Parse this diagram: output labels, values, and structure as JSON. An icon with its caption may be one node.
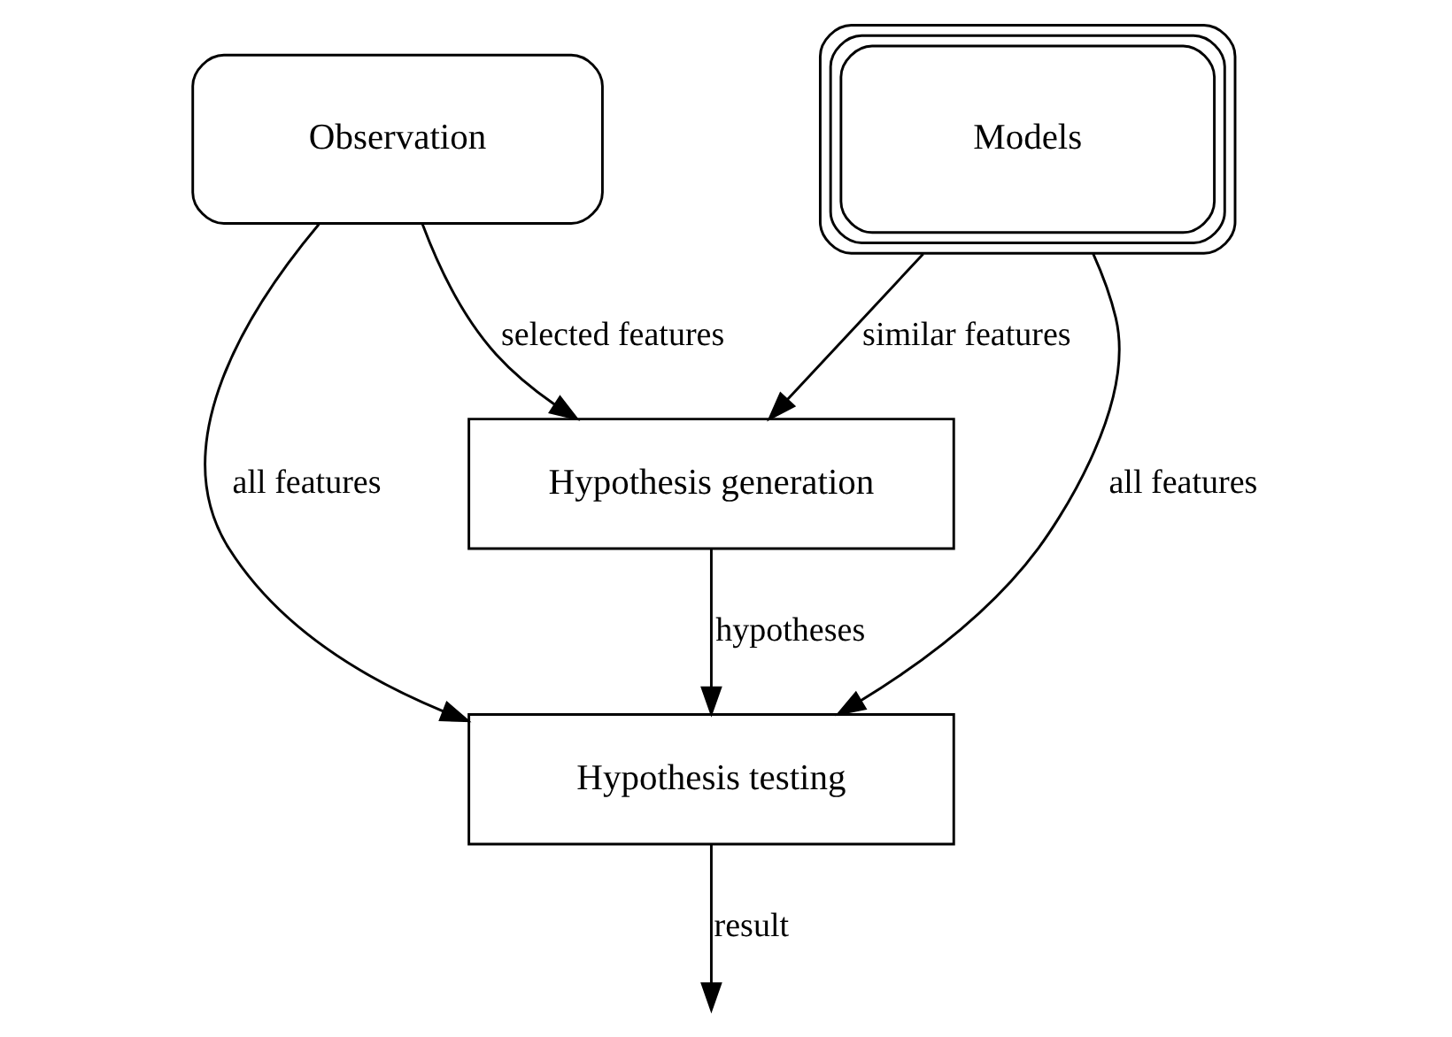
{
  "diagram": {
    "nodes": [
      {
        "text": [
          "Observation"
        ]
      },
      {
        "text": [
          "Models"
        ]
      },
      {
        "text": [
          "Hypothesis generation"
        ]
      },
      {
        "text": [
          "Hypothesis testing"
        ]
      }
    ],
    "edges": [
      {
        "from": 0,
        "to": 2,
        "arrow": "to",
        "label": "selected features"
      },
      {
        "from": 1,
        "to": 2,
        "arrow": "to",
        "label": "similar features"
      },
      {
        "from": 0,
        "to": 3,
        "arrow": "to",
        "label": "all features"
      },
      {
        "from": 2,
        "to": 3,
        "arrow": "to",
        "label": "hypotheses"
      },
      {
        "from": 1,
        "to": 3,
        "arrow": "to",
        "label": "all features"
      },
      {
        "from": 3,
        "to": null,
        "arrow": "to",
        "label": "result"
      }
    ]
  }
}
